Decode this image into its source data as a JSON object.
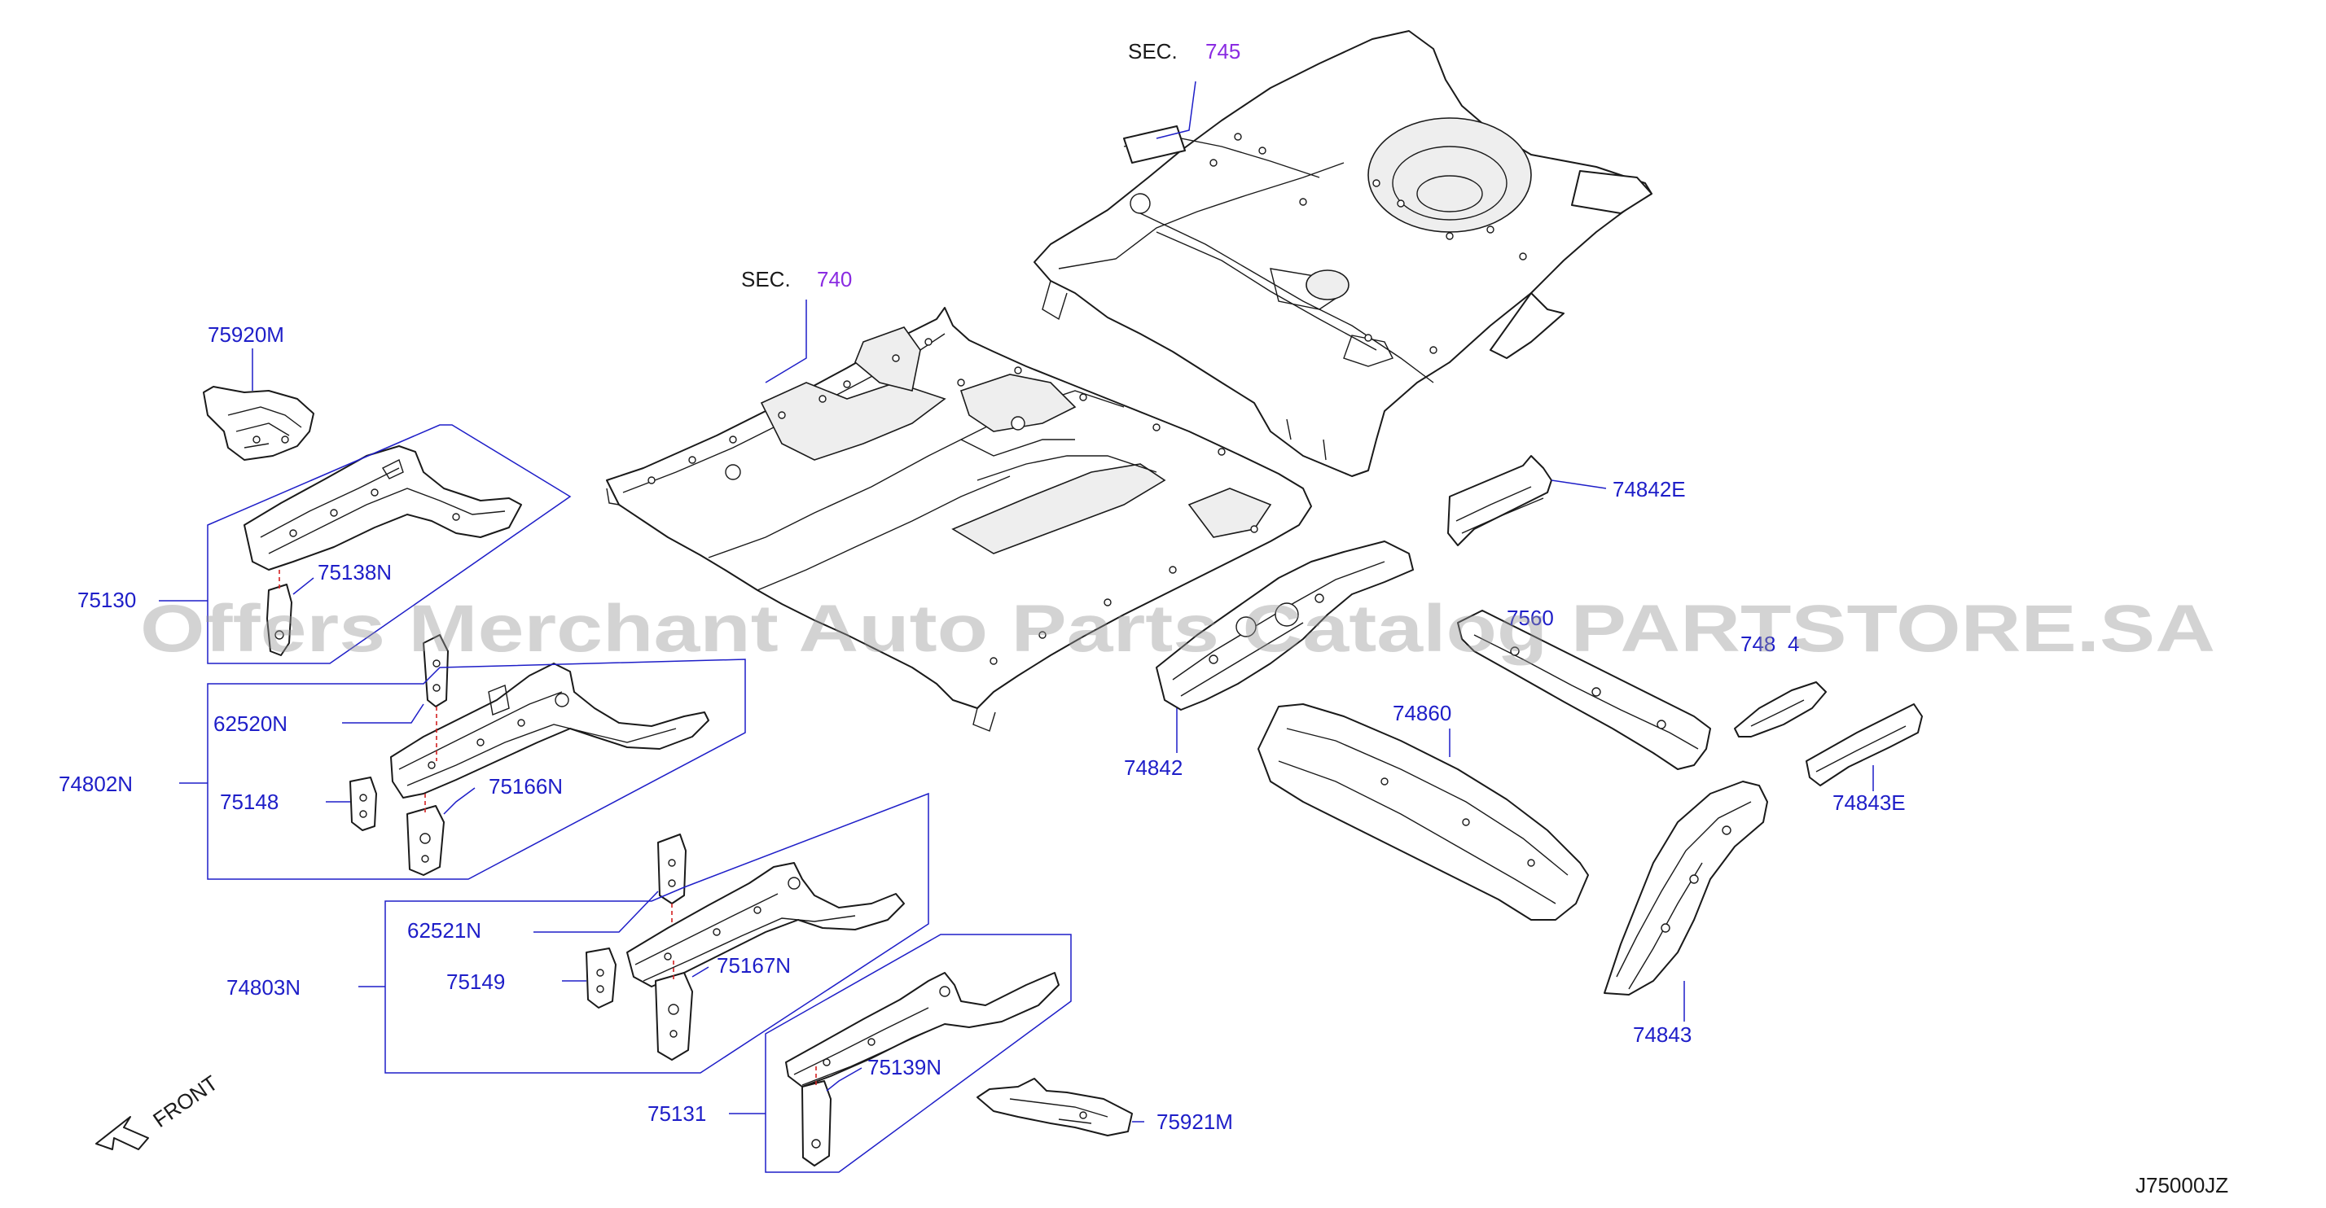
{
  "sections": [
    {
      "prefix": "SEC.",
      "number": "745"
    },
    {
      "prefix": "SEC.",
      "number": "740"
    }
  ],
  "parts": {
    "p75920M": "75920M",
    "p75130": "75130",
    "p75138N": "75138N",
    "p62520N": "62520N",
    "p74802N": "74802N",
    "p75148": "75148",
    "p75166N": "75166N",
    "p62521N": "62521N",
    "p74803N": "74803N",
    "p75149": "75149",
    "p75167N": "75167N",
    "p75131": "75131",
    "p75139N": "75139N",
    "p75921M": "75921M",
    "p74842E": "74842E",
    "p7560": "7560",
    "p74854": "748",
    "p74854b": "4",
    "p74842": "74842",
    "p74860": "74860",
    "p74843E": "74843E",
    "p74843": "74843"
  },
  "front_label": "FRONT",
  "diagram_code": "J75000JZ",
  "watermark": "Offers Merchant Auto Parts Catalog PARTSTORE.SA"
}
